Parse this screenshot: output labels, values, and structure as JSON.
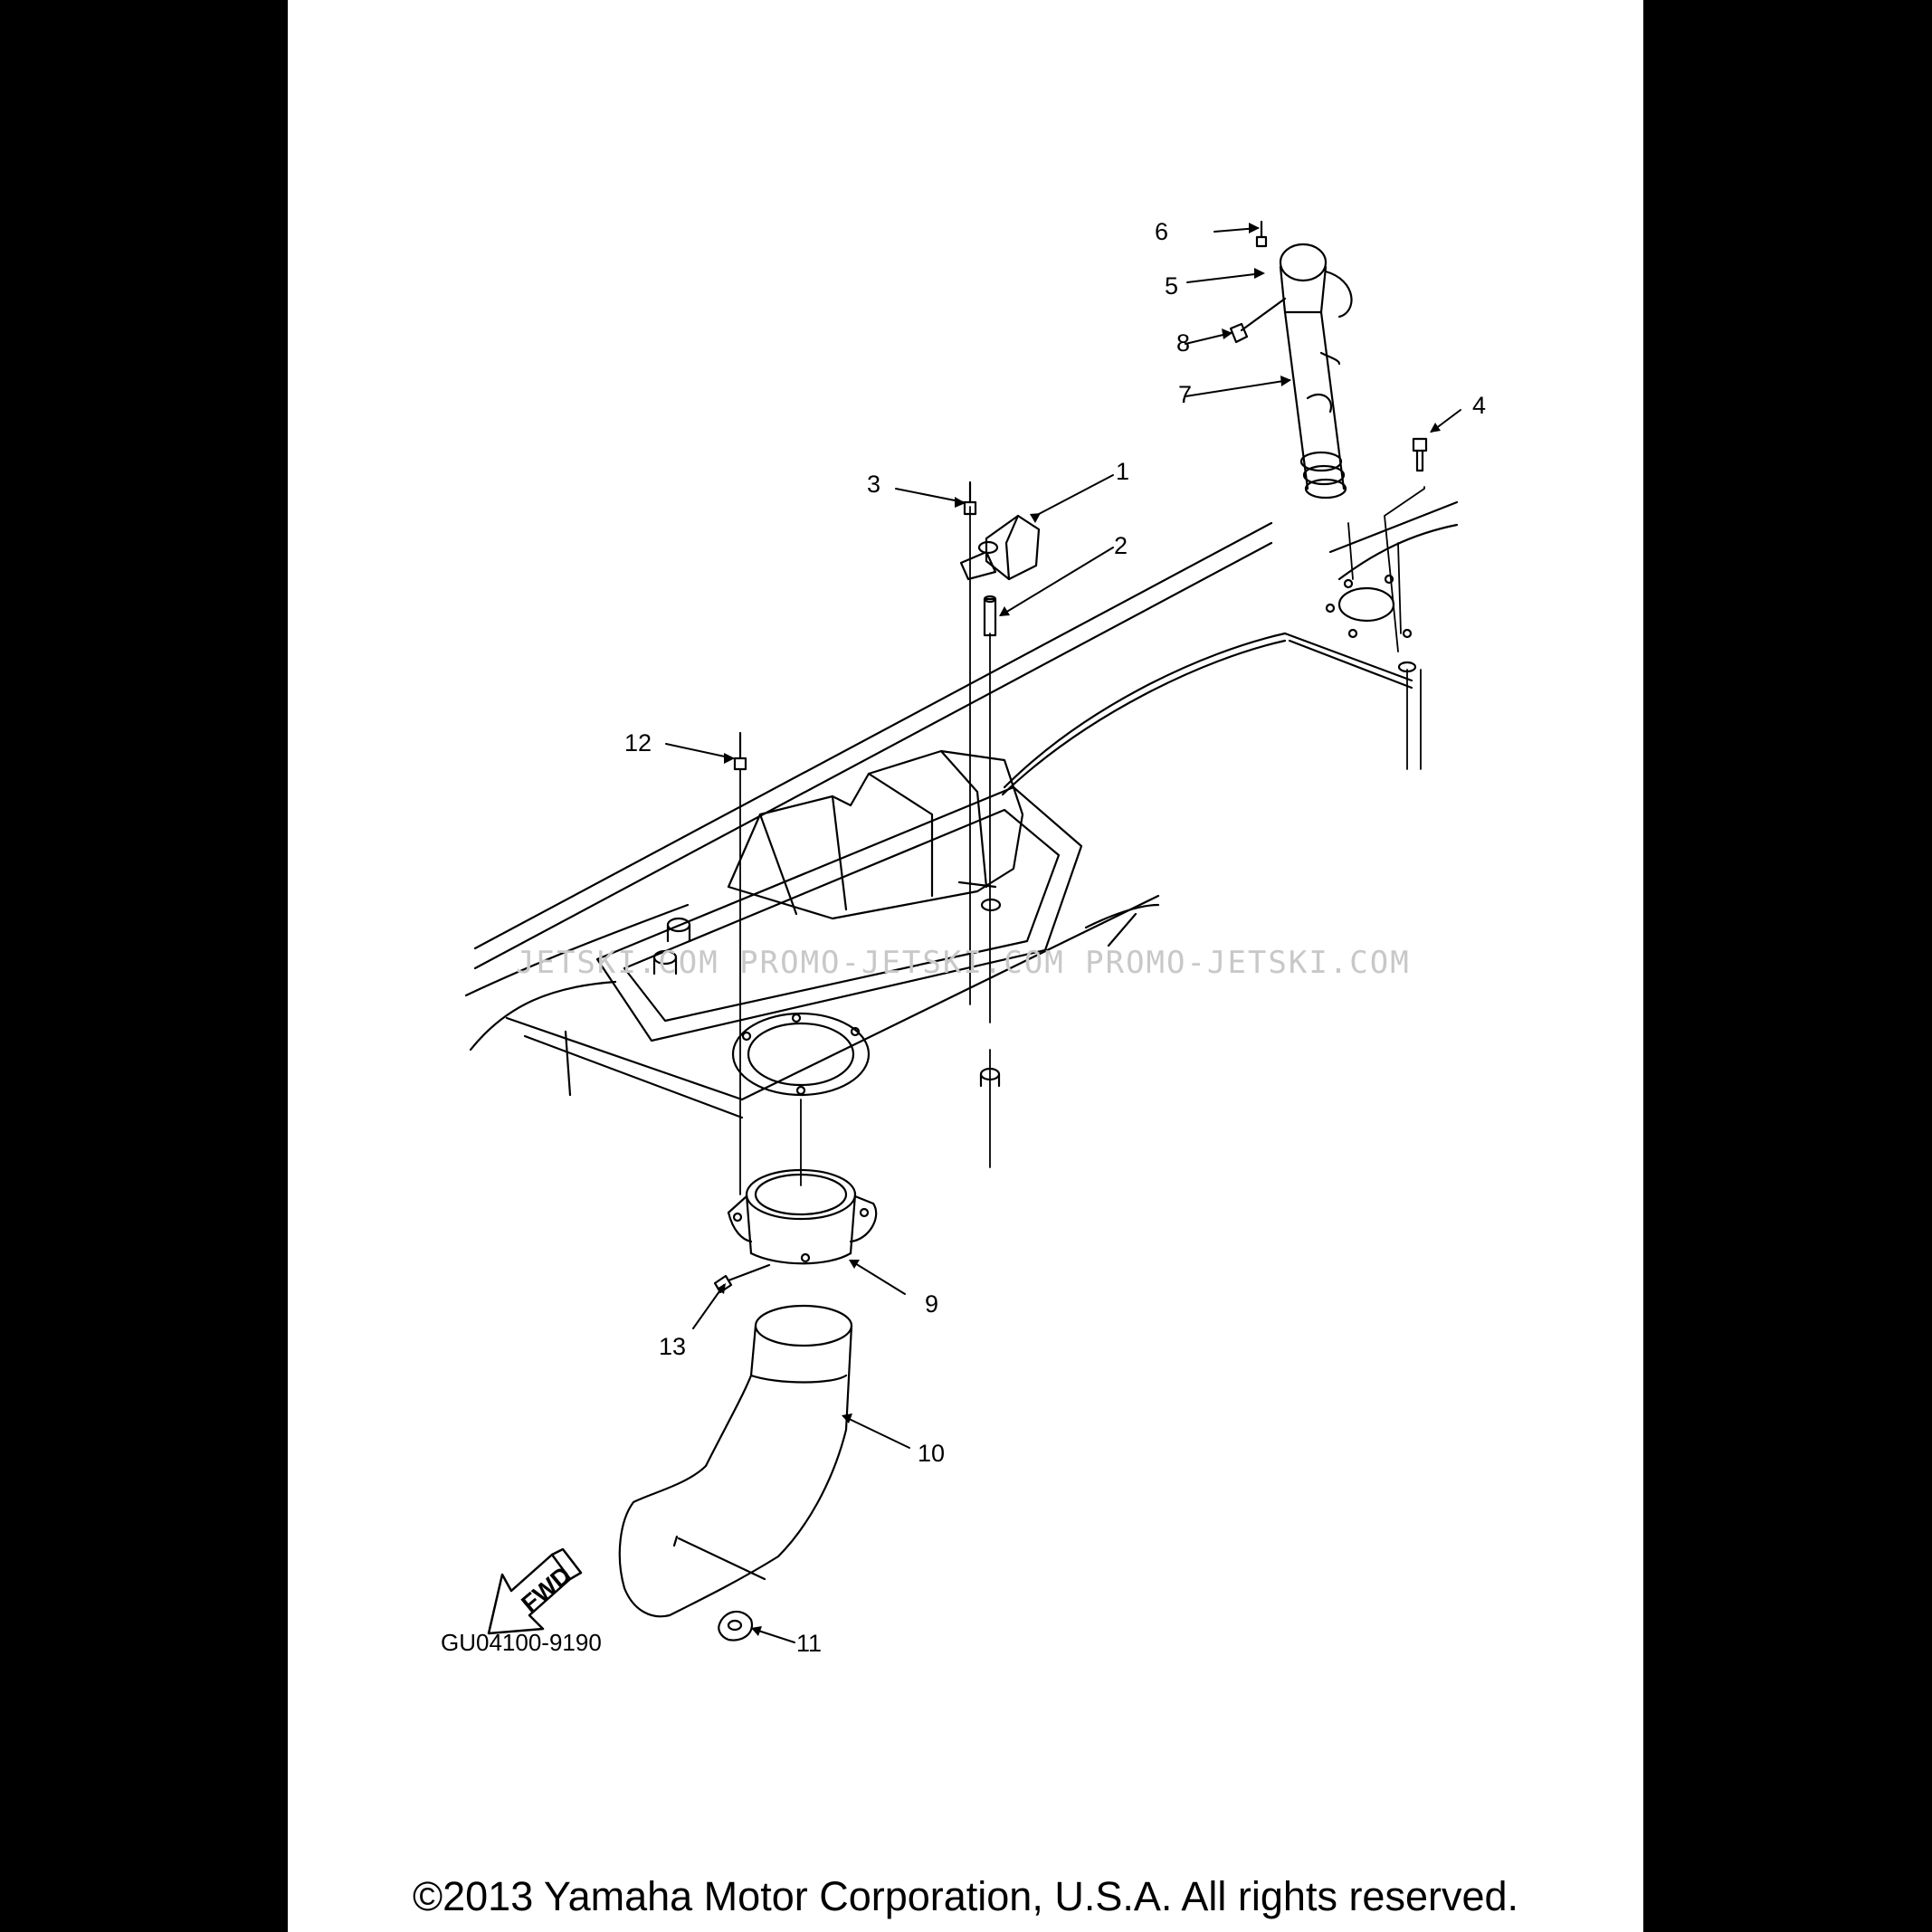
{
  "callouts": {
    "c1": "1",
    "c2": "2",
    "c3": "3",
    "c4": "4",
    "c5": "5",
    "c6": "6",
    "c7": "7",
    "c8": "8",
    "c9": "9",
    "c10": "10",
    "c11": "11",
    "c12": "12",
    "c13": "13"
  },
  "fwd_label": "FWD",
  "drawing_code": "GU04100-9190",
  "watermark": "JETSKI.COM  PROMO-JETSKI.COM  PROMO-JETSKI.COM",
  "copyright": "©2013 Yamaha Motor Corporation, U.S.A. All rights reserved."
}
